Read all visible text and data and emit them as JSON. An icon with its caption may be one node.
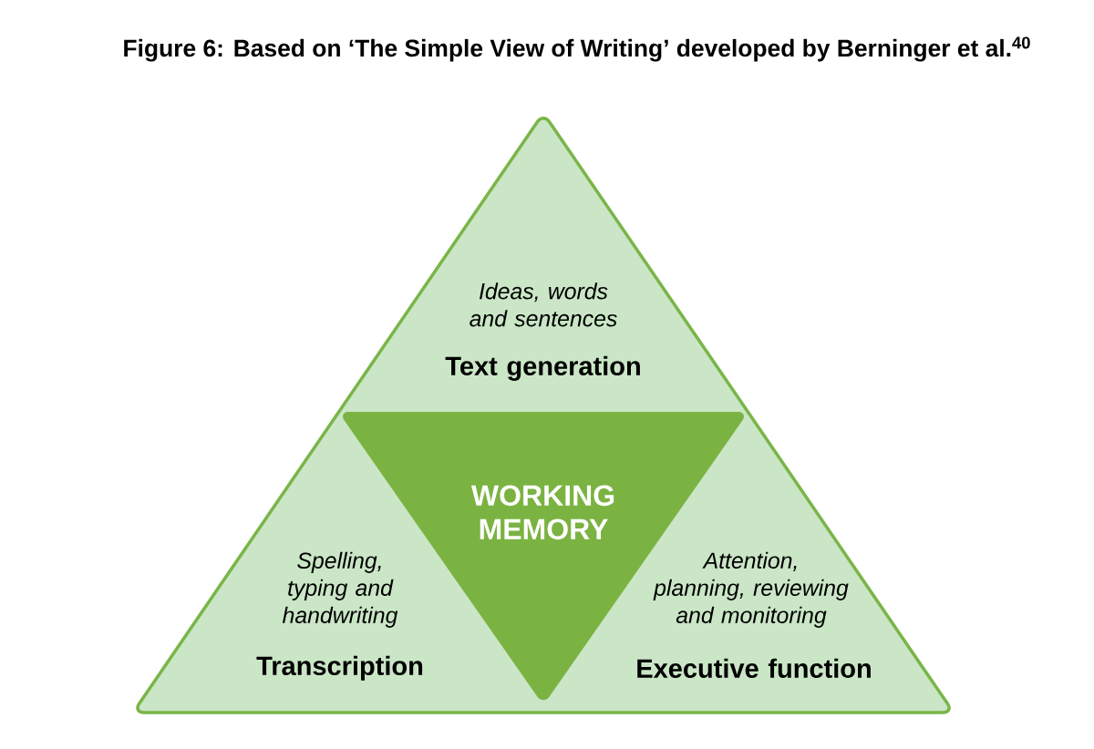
{
  "diagram": {
    "title": "Figure 6: Based on ‘The Simple View of Writing’ developed by Berninger et al.$^{40}$",
    "nodes": [
      {
        "text": [],
        "shape": "triangle"
      },
      {
        "text": [
          "Ideas, words and sentences",
          "Text generation"
        ],
        "in": 0
      },
      {
        "text": [
          "WORKING MEMORY"
        ],
        "in": 0
      },
      {
        "text": [
          "Spelling, typing and handwriting",
          "Transcription"
        ],
        "in": 0
      },
      {
        "text": [
          "Attention, planning, reviewing and monitoring",
          "Executive function"
        ],
        "in": 0
      }
    ]
  }
}
